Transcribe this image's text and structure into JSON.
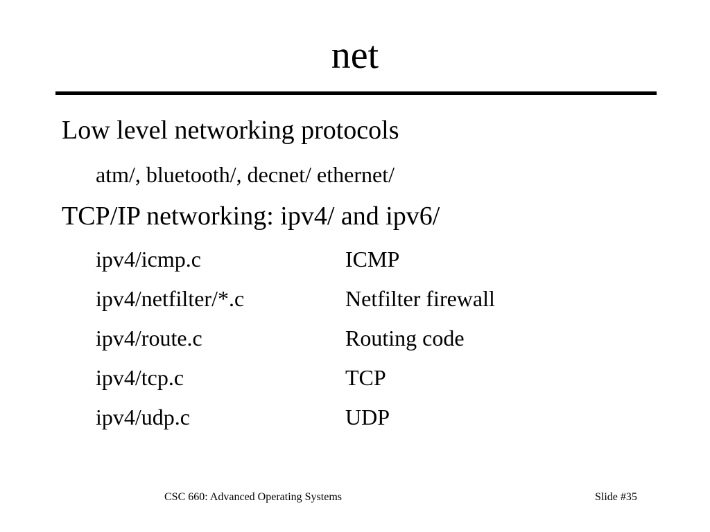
{
  "slide": {
    "title": "net",
    "bullets": [
      {
        "text": "Low level networking protocols",
        "subtext": "atm/, bluetooth/, decnet/ ethernet/"
      },
      {
        "text": "TCP/IP networking: ipv4/ and ipv6/"
      }
    ],
    "file_table": [
      {
        "file": "ipv4/icmp.c",
        "description": "ICMP"
      },
      {
        "file": "ipv4/netfilter/*.c",
        "description": "Netfilter firewall"
      },
      {
        "file": "ipv4/route.c",
        "description": "Routing code"
      },
      {
        "file": "ipv4/tcp.c",
        "description": "TCP"
      },
      {
        "file": "ipv4/udp.c",
        "description": "UDP"
      }
    ],
    "footer": {
      "course": "CSC 660: Advanced Operating Systems",
      "slide_number": "Slide #35"
    }
  }
}
